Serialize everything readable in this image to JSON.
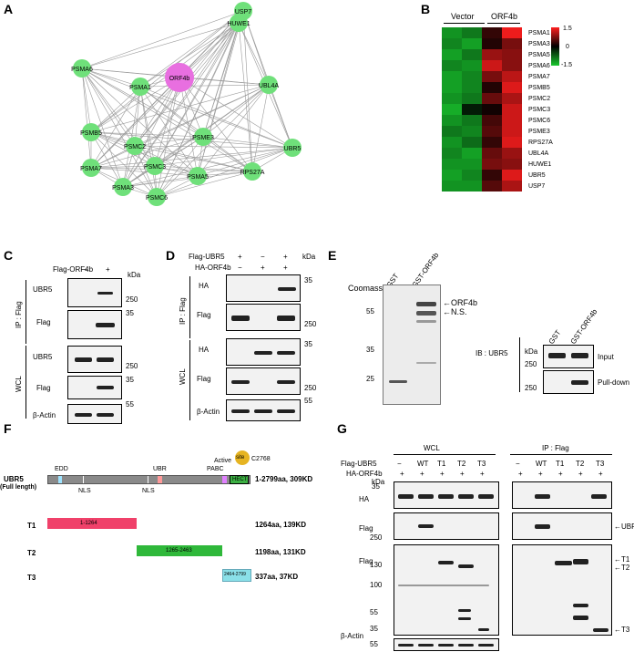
{
  "panels": {
    "A": "A",
    "B": "B",
    "C": "C",
    "D": "D",
    "E": "E",
    "F": "F",
    "G": "G"
  },
  "network": {
    "nodes": [
      "USP7",
      "HUWE1",
      "PSMA6",
      "ORF4b",
      "PSMA1",
      "UBL4A",
      "PSMB5",
      "PSMC2",
      "PSME3",
      "UBR5",
      "PSMA7",
      "PSMC3",
      "PSMA5",
      "RPS27A",
      "PSMA3",
      "PSMC6"
    ],
    "hub": "ORF4b",
    "colors": {
      "node": "#6fe07a",
      "hub": "#e86fe0",
      "edge": "#9a9a9a"
    }
  },
  "heatmap": {
    "groups": [
      "Vector",
      "ORF4b"
    ],
    "rows": [
      "PSMA1",
      "PSMA3",
      "PSMA5",
      "PSMA6",
      "PSMA7",
      "PSMB5",
      "PSMC2",
      "PSMC3",
      "PSMC6",
      "PSME3",
      "RPS27A",
      "UBL4A",
      "HUWE1",
      "UBR5",
      "USP7"
    ],
    "values": [
      [
        -1.1,
        -0.9,
        0.3,
        1.4
      ],
      [
        -1.0,
        -1.2,
        0.2,
        0.7
      ],
      [
        -1.2,
        -0.9,
        0.9,
        0.8
      ],
      [
        -1.0,
        -1.1,
        1.2,
        0.8
      ],
      [
        -1.2,
        -1.0,
        0.7,
        1.1
      ],
      [
        -1.2,
        -1.0,
        0.2,
        1.3
      ],
      [
        -1.1,
        -0.9,
        0.6,
        1.0
      ],
      [
        -1.3,
        -0.2,
        0.1,
        1.2
      ],
      [
        -1.1,
        -0.9,
        0.4,
        1.2
      ],
      [
        -0.9,
        -1.0,
        0.5,
        1.2
      ],
      [
        -1.1,
        -0.8,
        0.3,
        1.3
      ],
      [
        -1.0,
        -1.2,
        0.6,
        0.9
      ],
      [
        -1.1,
        -1.1,
        0.7,
        0.8
      ],
      [
        -1.2,
        -1.0,
        0.3,
        1.3
      ],
      [
        -1.1,
        -1.1,
        0.5,
        1.0
      ]
    ],
    "legend": [
      "1.5",
      "0",
      "-1.5"
    ],
    "colors": {
      "high": "#ff1e1e",
      "mid": "#000000",
      "low": "#19c82e"
    }
  },
  "C": {
    "flag_orf4b": "Flag-ORF4b",
    "minus": "−",
    "plus": "+",
    "kda": "kDa",
    "ip": "IP : Flag",
    "wcl": "WCL",
    "rows": [
      "UBR5",
      "Flag",
      "UBR5",
      "Flag",
      "β-Actin"
    ],
    "mw": [
      "250",
      "35",
      "250",
      "35",
      "55"
    ]
  },
  "D": {
    "flag_ubr5": "Flag-UBR5",
    "ha_orf4b": "HA-ORF4b",
    "kda": "kDa",
    "ip": "IP : Flag",
    "wcl": "WCL",
    "rows": [
      "HA",
      "Flag",
      "HA",
      "Flag",
      "β-Actin"
    ],
    "mw": [
      "35",
      "250",
      "35",
      "250",
      "55"
    ],
    "signs1": [
      "+",
      "−",
      "+"
    ],
    "signs2": [
      "−",
      "+",
      "+"
    ]
  },
  "E": {
    "coomassie": "Coomassie",
    "lanes": [
      "GST",
      "GST-ORF4b"
    ],
    "mw": [
      "55",
      "35",
      "25"
    ],
    "arrows": [
      "ORF4b",
      "N.S."
    ],
    "ib": "IB : UBR5",
    "kda": "kDa",
    "mw2": [
      "250",
      "250"
    ],
    "rows": [
      "Input",
      "Pull-down"
    ]
  },
  "F": {
    "full": "UBR5",
    "full2": "(Full length)",
    "domains": [
      "EDD",
      "UBR",
      "NLS",
      "NLS",
      "PABC",
      "HECT"
    ],
    "active": "Active",
    "site": "site",
    "c2768": "C2768",
    "constructs": [
      {
        "name": "T1",
        "range": "1-1264",
        "desc": "1264aa, 139KD"
      },
      {
        "name": "T2",
        "range": "1265-2463",
        "desc": "1198aa, 131KD"
      },
      {
        "name": "T3",
        "range": "2464-2799",
        "desc": "337aa, 37KD"
      }
    ],
    "full_desc": "1-2799aa, 309KD"
  },
  "G": {
    "wcl": "WCL",
    "ip": "IP : Flag",
    "flag_ubr5": "Flag-UBR5",
    "ha_orf4b": "HA-ORF4b",
    "kda": "kDa",
    "lanes": [
      "−",
      "WT",
      "T1",
      "T2",
      "T3"
    ],
    "plus": "+",
    "rows": [
      "HA",
      "Flag",
      "Flag",
      "β-Actin"
    ],
    "mw": [
      "35",
      "250",
      "130",
      "100",
      "55",
      "35",
      "55"
    ],
    "arrows": [
      "UBR5",
      "T1",
      "T2",
      "T3"
    ]
  }
}
